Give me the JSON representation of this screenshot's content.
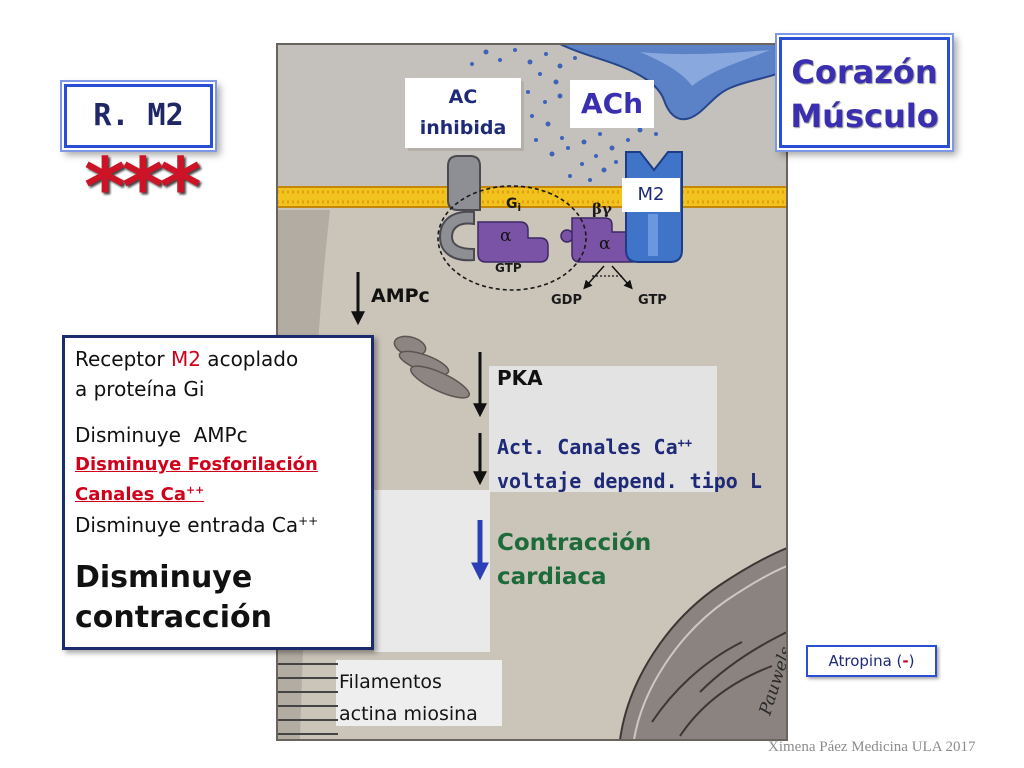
{
  "slide": {
    "badge_label": "R. M2",
    "stars": "***",
    "title_line1": "Corazón",
    "title_line2": "Músculo",
    "footer": "Ximena Páez Medicina ULA 2017"
  },
  "figure": {
    "ac_line1": "AC",
    "ac_line2": "inhibida",
    "ach_label": "ACh",
    "receptor_label": "M2",
    "gi_main": "G",
    "gi_sub": "i",
    "beta_gamma": "βγ",
    "alpha": "α",
    "gtp_bound": "GTP",
    "gdp": "GDP",
    "gtp_free": "GTP",
    "ampc": "AMPc",
    "pka": "PKA",
    "channels_line1": "Act. Canales Ca",
    "channels_sup": "++",
    "channels_line2": "voltaje depend. tipo L",
    "contraction_line1": "Contracción",
    "contraction_line2": "cardiaca",
    "filaments_line1": "Filamentos",
    "filaments_line2": "actina miosina",
    "artist_signature": "Pauwels"
  },
  "info_box": {
    "receptor_pre": "Receptor ",
    "receptor_highlight": "M2",
    "receptor_post": " acoplado",
    "receptor_line2": "a proteína Gi",
    "effect_ampc": "Disminuye  AMPc",
    "effect_phosphorylation": "Disminuye Fosforilación",
    "effect_channels": "Canales Ca",
    "effect_channels_sup": "++",
    "effect_entry": "Disminuye entrada Ca",
    "effect_entry_sup": "++",
    "conclusion_line1": "Disminuye",
    "conclusion_line2": "contracción"
  },
  "antagonist": {
    "pre": "Atropina (",
    "sign": "-",
    "post": ")"
  },
  "colors": {
    "box_border_blue": "#2a4fd4",
    "title_text": "#3a2fb0",
    "alert_red": "#cc1426",
    "highlight_red": "#d0021b",
    "contraction_green": "#1d6b3a",
    "label_navy": "#1e2a78",
    "membrane_yellow": "#f2c31f",
    "receptor_blue": "#3f74c9",
    "g_protein_purple": "#7a52a6"
  }
}
